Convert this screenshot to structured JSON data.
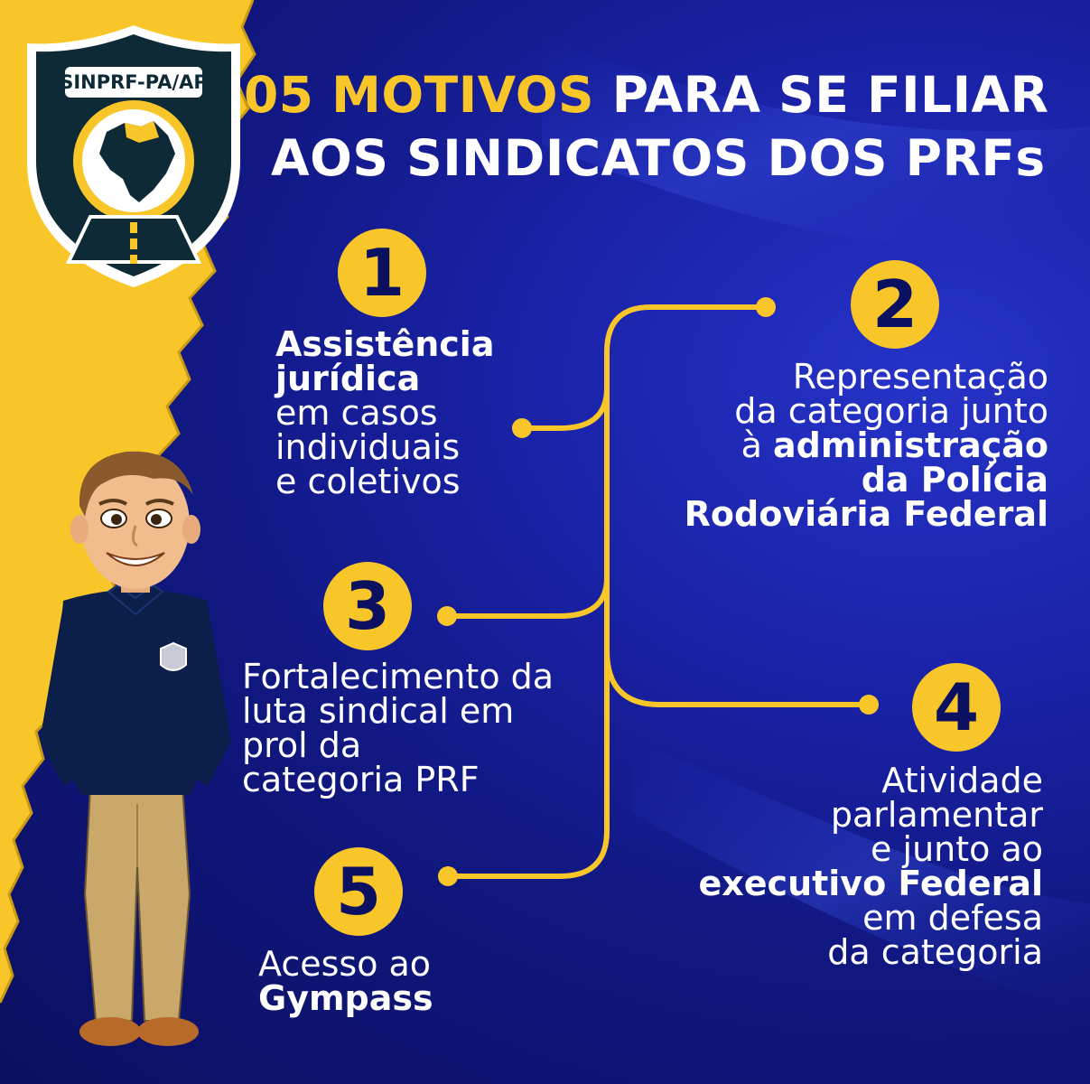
{
  "logo": {
    "text": "SINPRF-PA/AP"
  },
  "title": {
    "accent": "05 MOTIVOS",
    "line1_rest": " PARA SE FILIAR",
    "line2": "AOS SINDICATOS DOS PRFs"
  },
  "reasons": [
    {
      "number": "1",
      "bold1": "Assistência",
      "bold2": "jurídica",
      "l3": "em casos",
      "l4": "individuais",
      "l5": "e coletivos"
    },
    {
      "number": "2",
      "l1": "Representação",
      "l2": "da categoria junto",
      "l3_pre": "à ",
      "l3_bold": "administração",
      "l4_bold": "da Polícia",
      "l5_bold": "Rodoviária Federal"
    },
    {
      "number": "3",
      "l1": "Fortalecimento da",
      "l2": "luta sindical em",
      "l3": "prol da",
      "l4": "categoria PRF"
    },
    {
      "number": "4",
      "l1": "Atividade",
      "l2": "parlamentar",
      "l3": "e junto ao",
      "l4_bold": "executivo Federal",
      "l5": "em defesa",
      "l6": "da categoria"
    },
    {
      "number": "5",
      "l1": "Acesso ao",
      "l2_bold": "Gympass"
    }
  ],
  "colors": {
    "accent": "#f9c62a",
    "background": "#10177e",
    "text": "#ffffff",
    "shield": "#0d2a36"
  }
}
